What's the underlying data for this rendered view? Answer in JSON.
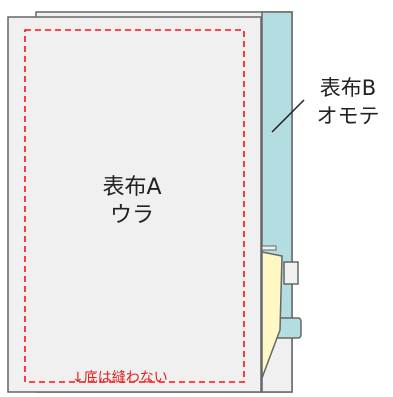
{
  "cloth_a": {
    "line1": "表布A",
    "line2": "ウラ"
  },
  "cloth_b": {
    "line1": "表布B",
    "line2": "オモテ"
  },
  "bottom_note": "↓底は縫わない",
  "colors": {
    "cloth_a_fill": "#f0f0f0",
    "cloth_b_fill": "#b4dde2",
    "outline": "#666666",
    "stitch_line": "#ff1010",
    "yellow_strip": "#fff7c4"
  }
}
